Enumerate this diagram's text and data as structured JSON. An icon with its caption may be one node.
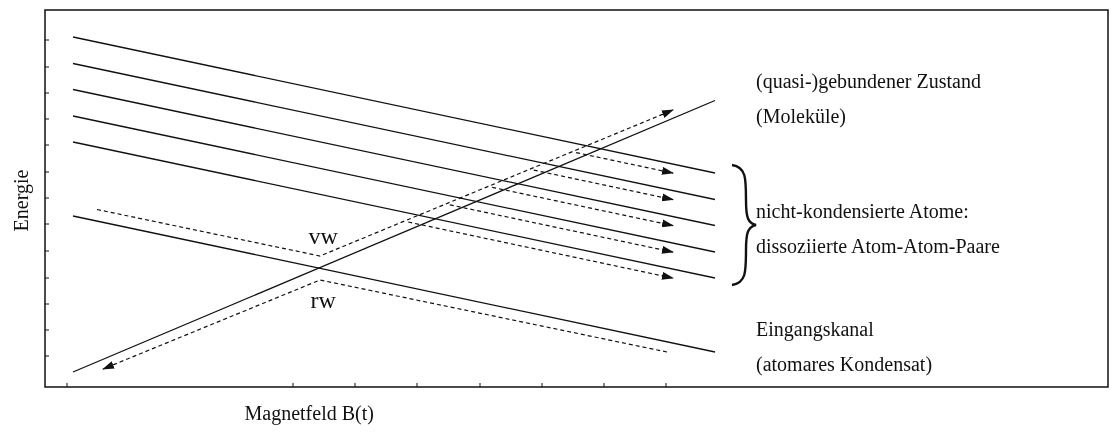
{
  "diagram": {
    "labels": [
      "(quasi-)gebundener Zustand (Moleküle)",
      "nicht-kondensierte Atome: dissoziierte Atom-Atom-Paare",
      "Energie",
      "vw",
      "rw",
      "Eingangskanal (atomares Kondensat)",
      "Magnetfeld B(t)"
    ]
  }
}
